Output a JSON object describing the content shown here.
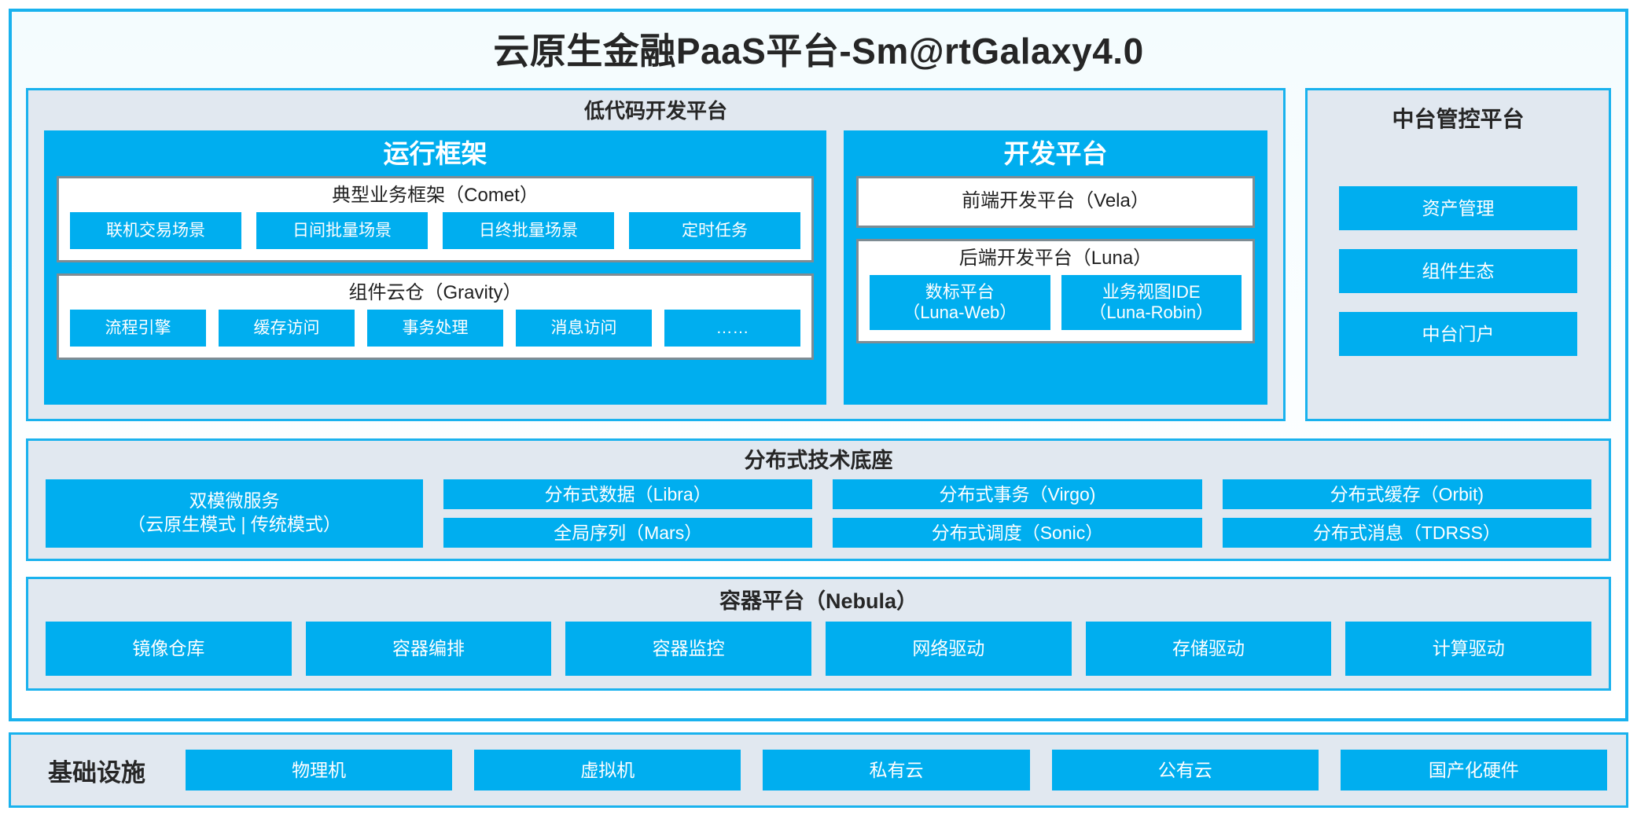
{
  "colors": {
    "accent_blue": "#00AEEF",
    "border_blue": "#19B2EE",
    "panel_bg": "#E1E8F0",
    "card_border": "#7F8C93",
    "text_dark": "#262626",
    "chip_text": "#FFFFFF"
  },
  "platform": {
    "title": "云原生金融PaaS平台-Sm@rtGalaxy4.0"
  },
  "lowcode": {
    "title": "低代码开发平台",
    "runtime": {
      "title": "运行框架",
      "comet": {
        "title": "典型业务框架（Comet）",
        "items": [
          {
            "label": "联机交易场景"
          },
          {
            "label": "日间批量场景"
          },
          {
            "label": "日终批量场景"
          },
          {
            "label": "定时任务"
          }
        ]
      },
      "gravity": {
        "title": "组件云仓（Gravity）",
        "items": [
          {
            "label": "流程引擎"
          },
          {
            "label": "缓存访问"
          },
          {
            "label": "事务处理"
          },
          {
            "label": "消息访问"
          },
          {
            "label": "……"
          }
        ]
      }
    },
    "devplatform": {
      "title": "开发平台",
      "frontend": {
        "label": "前端开发平台（Vela）"
      },
      "backend": {
        "title": "后端开发平台（Luna）",
        "items": [
          {
            "name": "数标平台",
            "code": "（Luna-Web）"
          },
          {
            "name": "业务视图IDE",
            "code": "（Luna-Robin）"
          }
        ]
      }
    }
  },
  "midoffice": {
    "title": "中台管控平台",
    "items": [
      {
        "label": "资产管理"
      },
      {
        "label": "组件生态"
      },
      {
        "label": "中台门户"
      }
    ]
  },
  "foundation": {
    "title": "分布式技术底座",
    "microservice": {
      "line1": "双模微服务",
      "line2": "（云原生模式 | 传统模式）"
    },
    "columns": [
      [
        {
          "label": "分布式数据（Libra）"
        },
        {
          "label": "全局序列（Mars）"
        }
      ],
      [
        {
          "label": "分布式事务（Virgo)"
        },
        {
          "label": "分布式调度（Sonic）"
        }
      ],
      [
        {
          "label": "分布式缓存（Orbit)"
        },
        {
          "label": "分布式消息（TDRSS）"
        }
      ]
    ]
  },
  "container": {
    "title": "容器平台（Nebula）",
    "items": [
      {
        "label": "镜像仓库"
      },
      {
        "label": "容器编排"
      },
      {
        "label": "容器监控"
      },
      {
        "label": "网络驱动"
      },
      {
        "label": "存储驱动"
      },
      {
        "label": "计算驱动"
      }
    ]
  },
  "infrastructure": {
    "label": "基础设施",
    "items": [
      {
        "label": "物理机"
      },
      {
        "label": "虚拟机"
      },
      {
        "label": "私有云"
      },
      {
        "label": "公有云"
      },
      {
        "label": "国产化硬件"
      }
    ]
  }
}
